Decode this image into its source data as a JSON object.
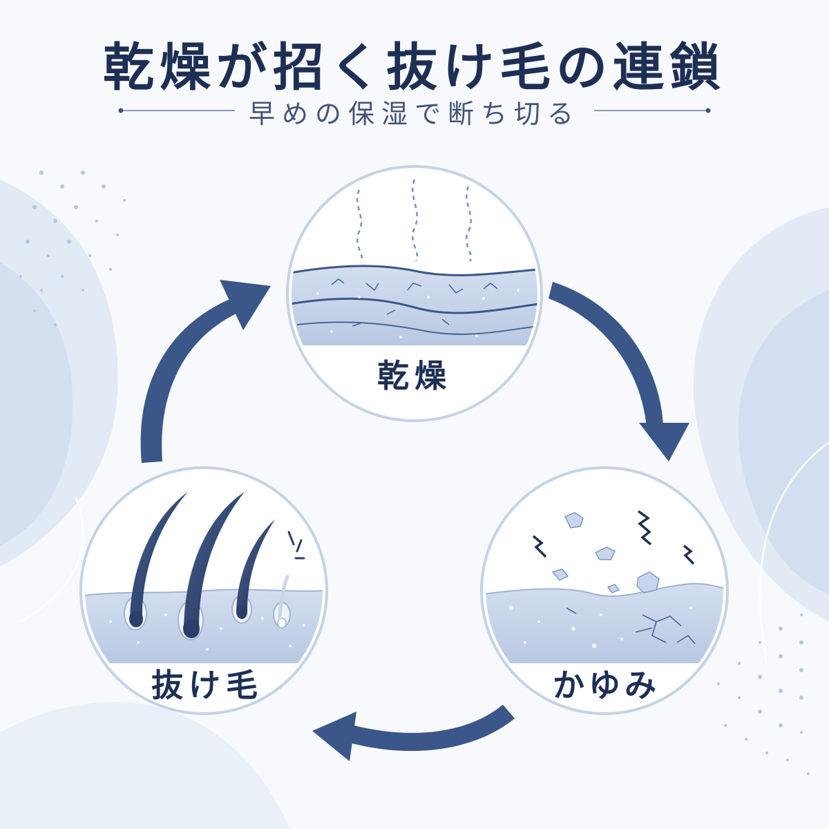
{
  "title": "乾燥が招く抜け毛の連鎖",
  "subtitle": "早めの保湿で断ち切る",
  "nodes": {
    "dryness": {
      "label": "乾燥"
    },
    "itch": {
      "label": "かゆみ"
    },
    "hairloss": {
      "label": "抜け毛"
    }
  },
  "colors": {
    "navy": "#1e2f55",
    "arrow": "#3b5688",
    "skin": "#c9d6ea",
    "background": "#f7f9fd"
  }
}
